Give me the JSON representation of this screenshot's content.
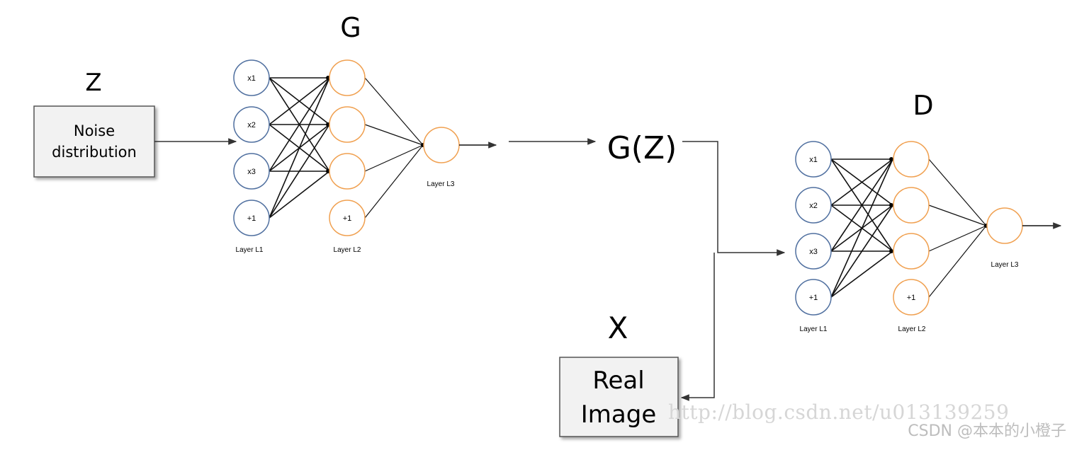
{
  "generator": {
    "title": "G",
    "input_label": "Z",
    "input_box": [
      "Noise",
      "distribution"
    ],
    "nodes_l1": [
      "x1",
      "x2",
      "x3",
      "+1"
    ],
    "nodes_l2_bias": "+1",
    "layer_labels": [
      "Layer L1",
      "Layer L2",
      "Layer L3"
    ]
  },
  "output_label": "G(Z)",
  "discriminator": {
    "title": "D",
    "nodes_l1": [
      "x1",
      "x2",
      "x3",
      "+1"
    ],
    "nodes_l2_bias": "+1",
    "layer_labels": [
      "Layer L1",
      "Layer L2",
      "Layer L3"
    ]
  },
  "real": {
    "label": "X",
    "box": [
      "Real",
      "Image"
    ]
  },
  "watermarks": {
    "url": "http://blog.csdn.net/u013139259",
    "csdn": "CSDN @本本的小橙子"
  },
  "colors": {
    "input_node": "#4f6f9f",
    "hidden_node": "#f0a050",
    "box_fill": "#f2f2f2",
    "box_border": "#555555"
  }
}
